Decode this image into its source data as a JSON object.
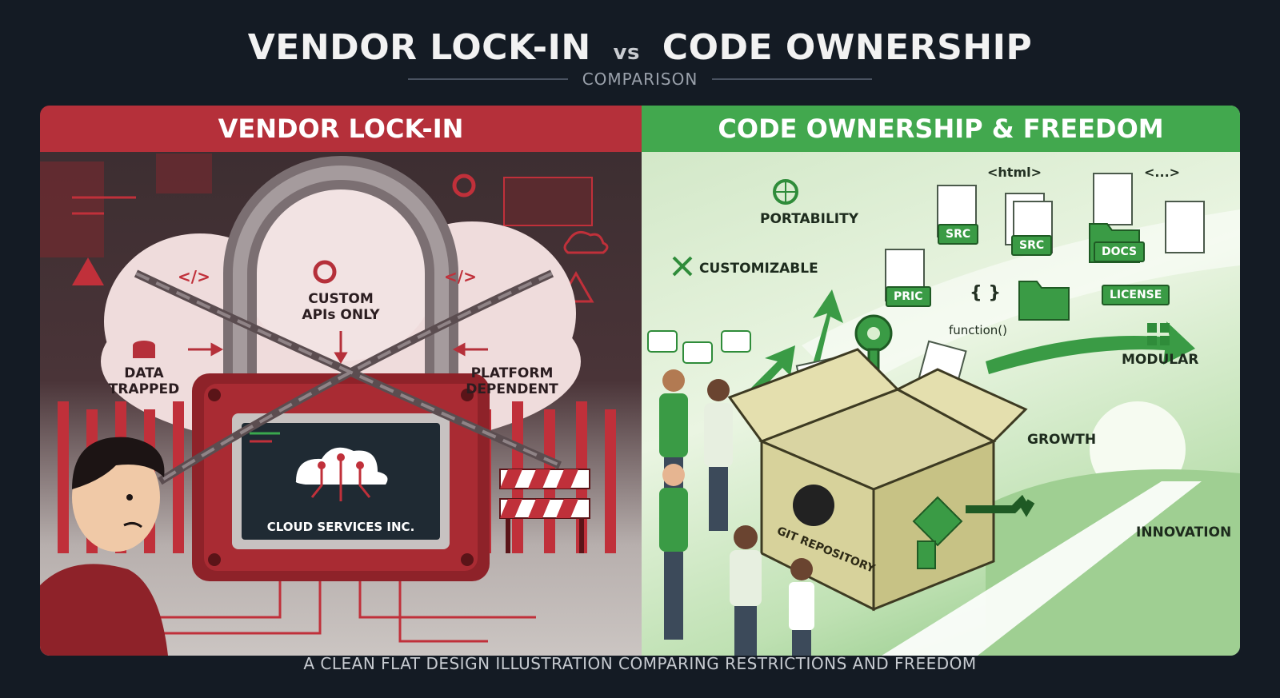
{
  "header": {
    "title_left": "VENDOR LOCK-IN",
    "title_vs": "vs",
    "title_right": "CODE OWNERSHIP",
    "subtitle": "COMPARISON"
  },
  "left_panel": {
    "heading": "VENDOR LOCK-IN",
    "lock_label_1": "CUSTOM",
    "lock_label_2": "APIs ONLY",
    "data_label_1": "DATA",
    "data_label_2": "TRAPPED",
    "platform_label_1": "PLATFORM",
    "platform_label_2": "DEPENDENT",
    "screen_label": "CLOUD SERVICES INC.",
    "code_mark_1": "</>",
    "code_mark_2": "</>"
  },
  "right_panel": {
    "heading": "CODE OWNERSHIP & FREEDOM",
    "portability": "PORTABILITY",
    "customizable": "CUSTOMIZABLE",
    "modular": "MODULAR",
    "growth": "GROWTH",
    "innovation": "INNOVATION",
    "html_tag": "<html>",
    "ellipsis_tag": "<...>",
    "braces": "{ }",
    "function_text": "function()",
    "box_label": "GIT REPOSITORY",
    "file_tags": [
      "SRC",
      "SRC",
      "DOCS",
      "PRIC",
      "LICENSE"
    ]
  },
  "caption": "A CLEAN FLAT DESIGN ILLUSTRATION COMPARING RESTRICTIONS AND FREEDOM",
  "colors": {
    "lock_red": "#b5303a",
    "freedom_green": "#42a84e",
    "background": "#141b24"
  }
}
